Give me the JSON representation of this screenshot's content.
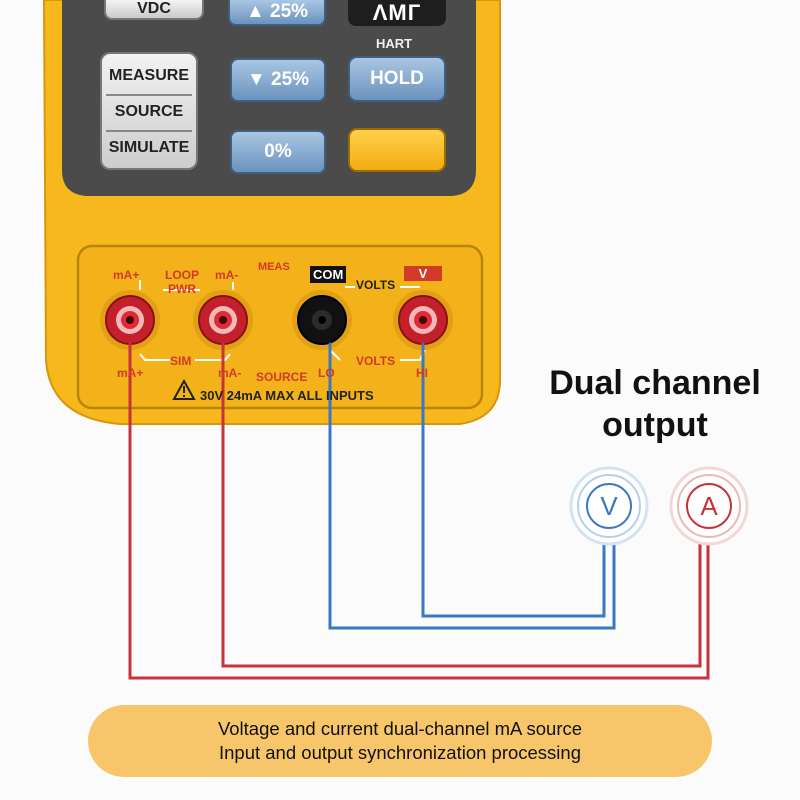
{
  "buttons": {
    "vdc": "VDC",
    "up25": "▲ 25%",
    "ramp": "ΛΜГ",
    "measure": "MEASURE",
    "source": "SOURCE",
    "simulate": "SIMULATE",
    "down25": "▼ 25%",
    "zero": "0%",
    "hold": "HOLD"
  },
  "panel_labels": {
    "hart": "HART",
    "meas": "MEAS",
    "com": "COM",
    "volts_top": "VOLTS",
    "v": "V",
    "ma_plus_top": "mA+",
    "loop": "LOOP",
    "pwr": "PWR",
    "ma_minus_top": "mA-",
    "ma_plus_bottom": "mA+",
    "sim": "SIM",
    "ma_minus_bottom": "mA-",
    "source_lbl": "SOURCE",
    "lo": "LO",
    "volts_bottom": "VOLTS",
    "hi": "HI",
    "warning": "30V 24mA MAX ALL INPUTS"
  },
  "meters": {
    "voltmeter": "V",
    "ammeter": "A"
  },
  "headline": {
    "line1": "Dual channel",
    "line2": "output"
  },
  "banner": {
    "line1": "Voltage and current dual-channel mA source",
    "line2": "Input and output synchronization processing"
  },
  "colors": {
    "body_yellow": "#f6b81c",
    "wire_red": "#c8323a",
    "wire_blue": "#3a78c4",
    "banner": "#f7c66a"
  }
}
